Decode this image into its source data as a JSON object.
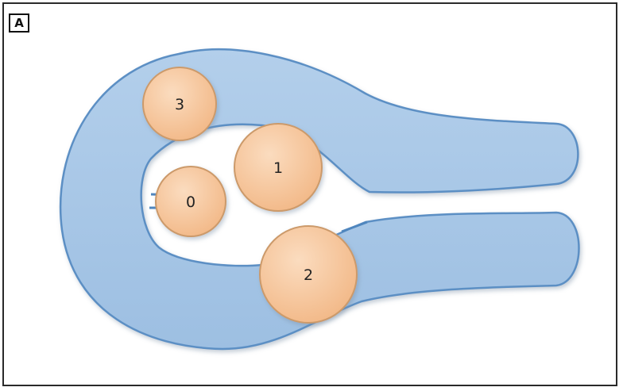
{
  "panel_label": "A",
  "colors": {
    "protein_fill": "#a7c6e6",
    "protein_stroke": "#5b8fc4",
    "ball_fill": "#f7c79b",
    "ball_stroke": "#cc9a6b",
    "frame": "#2a2a2a"
  },
  "balls": [
    {
      "label": "3"
    },
    {
      "label": "1"
    },
    {
      "label": "0"
    },
    {
      "label": "2"
    }
  ]
}
